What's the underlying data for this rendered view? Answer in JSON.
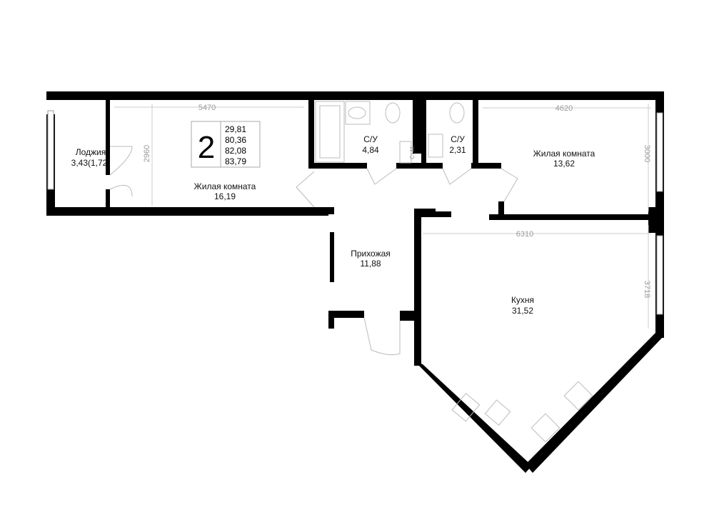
{
  "plan": {
    "rooms_count": "2",
    "areas": [
      "29,81",
      "80,36",
      "82,08",
      "83,79"
    ],
    "rooms": [
      {
        "name": "Лоджия",
        "area": "3,43(1,72)"
      },
      {
        "name": "Жилая комната",
        "area": "16,19"
      },
      {
        "name": "С/У",
        "area": "4,84"
      },
      {
        "name": "С/У",
        "area": "2,31"
      },
      {
        "name": "Жилая комната",
        "area": "13,62"
      },
      {
        "name": "Прихожая",
        "area": "11,88"
      },
      {
        "name": "Кухня",
        "area": "31,52"
      }
    ],
    "dimensions": [
      "5470",
      "2960",
      "4620",
      "3000",
      "6310",
      "3718"
    ],
    "washer_label": "Ст.М."
  }
}
